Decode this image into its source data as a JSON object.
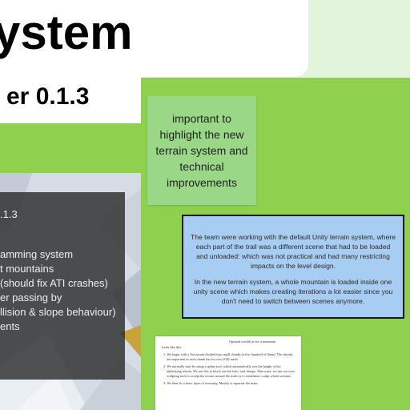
{
  "header": {
    "title": "ystem",
    "version": "er 0.1.3"
  },
  "sticky_note": {
    "text": "important to highlight the new terrain system and technical improvements"
  },
  "blue_note": {
    "paragraph1": "The team were working with the default Unity terrain system, where each part of the trail was a different scene that had to be loaded and unloaded: which was not practical and had many restricting impacts on the level design.",
    "paragraph2": "In the new terrain system, a whole mountain is loaded inside one unity scene which makes creating iterations a lot easier since you don't need to switch between scenes anymore."
  },
  "document": {
    "title": "Optimal workflow for a mountain",
    "intro": "looks like this.",
    "item1": "1.   We begin with a flat terrain divided into small chunks (a few hundred of them). The chunks are important as each chunk has its own LOD mesh.",
    "item2": "2.   We normally start by using a spline tool, which automatically sets the height of the underlying terrain. We use this to block out the basic trail design. Afterward, we use our own sculpting tools to sculpt the terrain around the trails or to sometimes sculpt whole sections.",
    "item3": "3.   We then do a basic layer of texturing. Mainly to separate the main"
  },
  "slide": {
    "lines": [
      ".1.3",
      "amming system",
      "t mountains",
      "(should fix ATI crashes)",
      "er passing by",
      "llision & slope behaviour)",
      "ents"
    ]
  },
  "colors": {
    "board_green": "#8fd04e",
    "sticky_green": "#9ad888",
    "note_blue": "#a8cdf2"
  }
}
